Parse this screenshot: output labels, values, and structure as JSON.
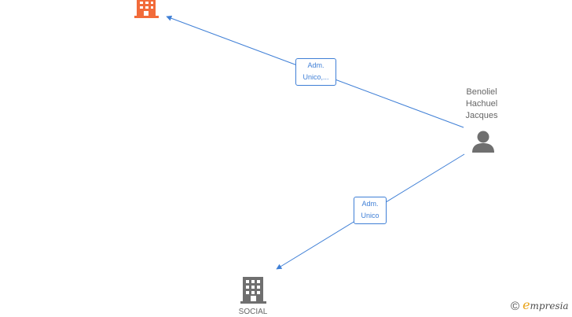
{
  "nodes": {
    "company_top": {
      "icon": "building-icon",
      "color": "#f26b3a",
      "label": ""
    },
    "person": {
      "icon": "person-icon",
      "color": "#6f6f6f",
      "label_lines": [
        "Benoliel",
        "Hachuel",
        "Jacques"
      ]
    },
    "company_bottom": {
      "icon": "building-icon",
      "color": "#6f6f6f",
      "label": "SOCIAL"
    }
  },
  "edges": {
    "top": {
      "label_lines": [
        "Adm.",
        "Unico,..."
      ],
      "color": "#3f7fd6"
    },
    "bottom": {
      "label_lines": [
        "Adm.",
        "Unico"
      ],
      "color": "#3f7fd6"
    }
  },
  "watermark": {
    "symbol": "©",
    "brand_initial": "e",
    "brand_rest": "mpresia",
    "accent": "#e8a318"
  }
}
